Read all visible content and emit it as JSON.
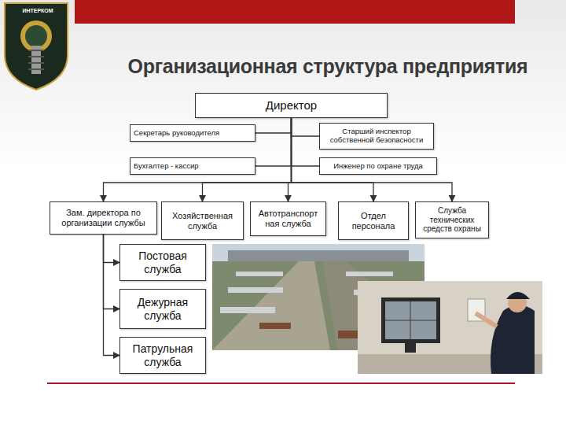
{
  "diagram": {
    "title": "Организационная структура предприятия",
    "nodes": [
      {
        "text": [
          "Директор"
        ]
      },
      {
        "text": [
          "Секретарь руководителя"
        ]
      },
      {
        "text": [
          "Старший инспектор собственной безопасности"
        ]
      },
      {
        "text": [
          "Бухгалтер - кассир"
        ]
      },
      {
        "text": [
          "Инженер по охране труда"
        ]
      },
      {
        "text": [
          "Зам. директора по организации службы"
        ]
      },
      {
        "text": [
          "Хозяйственная служба"
        ]
      },
      {
        "text": [
          "Автотранспорт ная служба"
        ]
      },
      {
        "text": [
          "Отдел персонала"
        ]
      },
      {
        "text": [
          "Служба технических средств охраны"
        ]
      },
      {
        "text": [
          "Постовая служба"
        ]
      },
      {
        "text": [
          "Дежурная служба"
        ]
      },
      {
        "text": [
          "Патрульная служба"
        ]
      }
    ],
    "edges": [
      {
        "from": 0,
        "to": 1,
        "arrow": "none"
      },
      {
        "from": 0,
        "to": 2,
        "arrow": "none"
      },
      {
        "from": 0,
        "to": 3,
        "arrow": "none"
      },
      {
        "from": 0,
        "to": 4,
        "arrow": "none"
      },
      {
        "from": 0,
        "to": 5,
        "arrow": "to"
      },
      {
        "from": 0,
        "to": 6,
        "arrow": "to"
      },
      {
        "from": 0,
        "to": 7,
        "arrow": "to"
      },
      {
        "from": 0,
        "to": 8,
        "arrow": "to"
      },
      {
        "from": 0,
        "to": 9,
        "arrow": "to"
      },
      {
        "from": 5,
        "to": 10,
        "arrow": "to"
      },
      {
        "from": 5,
        "to": 11,
        "arrow": "to"
      },
      {
        "from": 5,
        "to": 12,
        "arrow": "to"
      }
    ],
    "labels": [
      "ИНТЕРКОМ"
    ]
  }
}
